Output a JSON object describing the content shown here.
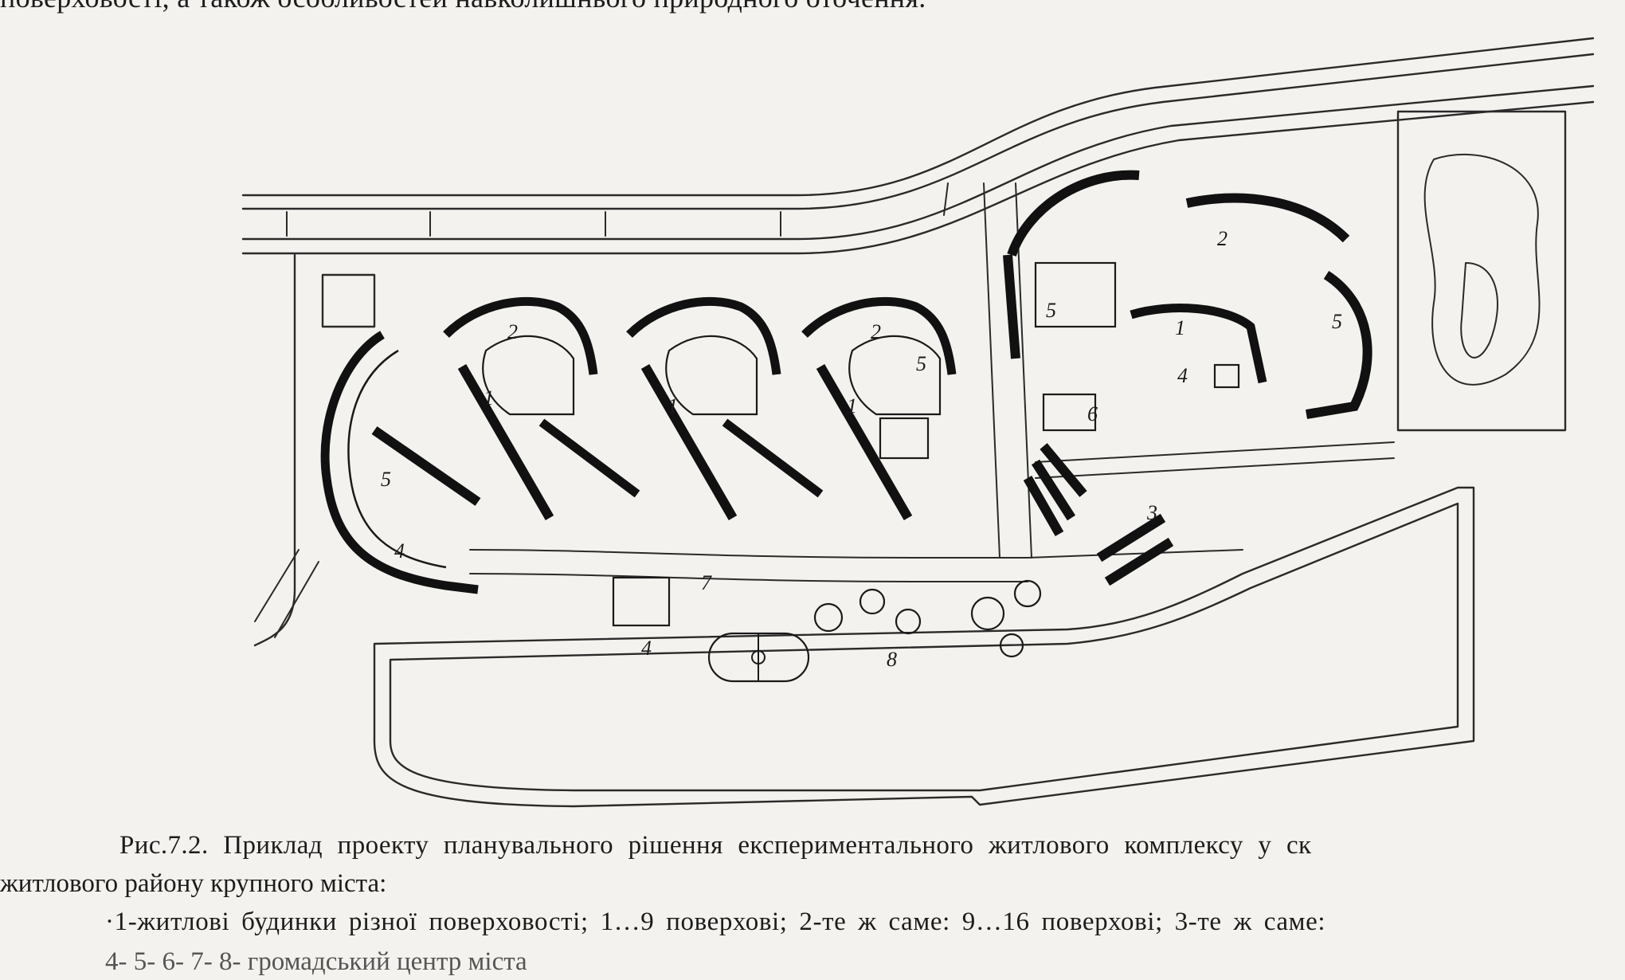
{
  "page": {
    "top_text": "поверховості, а також особливостей навколишнього природного оточення."
  },
  "figure": {
    "labels": [
      "1",
      "2",
      "3",
      "4",
      "5",
      "6",
      "7",
      "8"
    ]
  },
  "caption": {
    "line1": "Рис.7.2. Приклад проекту планувального рішення експериментального житлового комплексу у ск",
    "line2": "житлового району крупного міста:",
    "line3": "·1-житлові будинки різної поверховості; 1…9 поверхові; 2-те ж саме: 9…16 поверхові; 3-те ж саме:",
    "line4": "4-                         5-                                 6-                        7-                                    8-  громадський центр міста"
  }
}
